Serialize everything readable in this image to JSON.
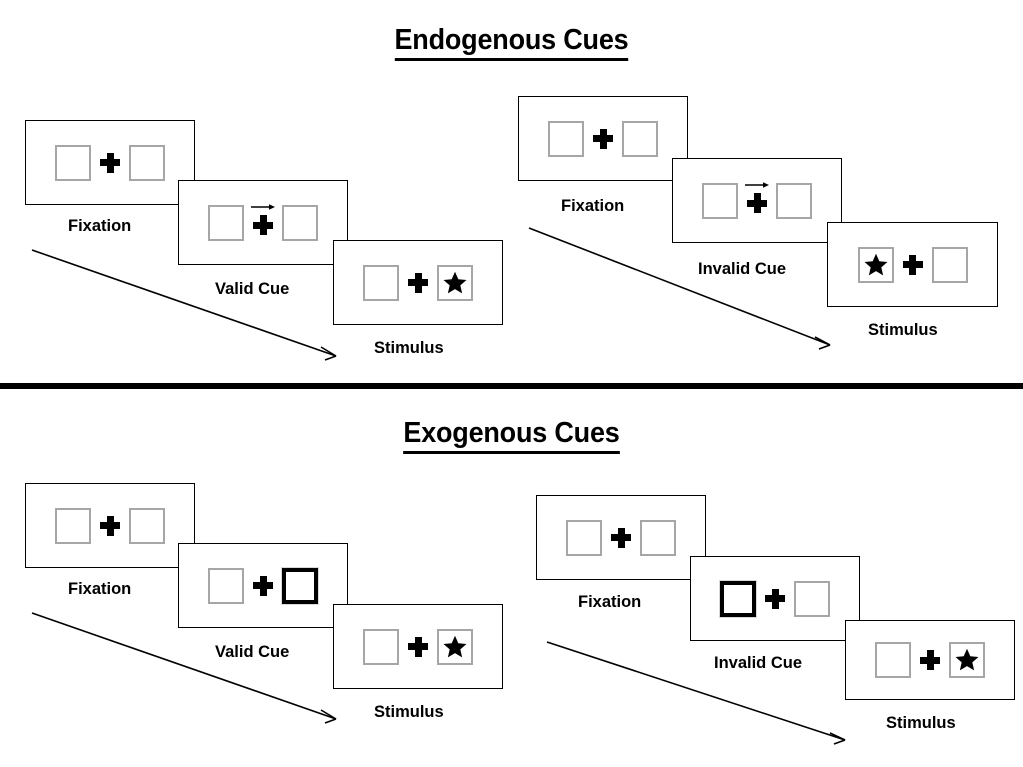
{
  "sections": [
    {
      "id": "endogenous",
      "title": "Endogenous Cues",
      "groups": [
        {
          "id": "endogenous-valid",
          "panels": [
            {
              "id": "fixation",
              "caption": "Fixation",
              "cue": "none",
              "left_content": "empty",
              "right_content": "empty"
            },
            {
              "id": "cue",
              "caption": "Valid Cue",
              "cue": "arrow-right",
              "left_content": "empty",
              "right_content": "empty"
            },
            {
              "id": "stimulus",
              "caption": "Stimulus",
              "cue": "none",
              "left_content": "empty",
              "right_content": "star"
            }
          ]
        },
        {
          "id": "endogenous-invalid",
          "panels": [
            {
              "id": "fixation",
              "caption": "Fixation",
              "cue": "none",
              "left_content": "empty",
              "right_content": "empty"
            },
            {
              "id": "cue",
              "caption": "Invalid Cue",
              "cue": "arrow-right",
              "left_content": "empty",
              "right_content": "empty"
            },
            {
              "id": "stimulus",
              "caption": "Stimulus",
              "cue": "none",
              "left_content": "star",
              "right_content": "empty"
            }
          ]
        }
      ]
    },
    {
      "id": "exogenous",
      "title": "Exogenous Cues",
      "groups": [
        {
          "id": "exogenous-valid",
          "panels": [
            {
              "id": "fixation",
              "caption": "Fixation",
              "cue": "none",
              "left_content": "empty",
              "right_content": "empty"
            },
            {
              "id": "cue",
              "caption": "Valid Cue",
              "cue": "box-right",
              "left_content": "empty",
              "right_content": "empty"
            },
            {
              "id": "stimulus",
              "caption": "Stimulus",
              "cue": "none",
              "left_content": "empty",
              "right_content": "star"
            }
          ]
        },
        {
          "id": "exogenous-invalid",
          "panels": [
            {
              "id": "fixation",
              "caption": "Fixation",
              "cue": "none",
              "left_content": "empty",
              "right_content": "empty"
            },
            {
              "id": "cue",
              "caption": "Invalid Cue",
              "cue": "box-left",
              "left_content": "empty",
              "right_content": "empty"
            },
            {
              "id": "stimulus",
              "caption": "Stimulus",
              "cue": "none",
              "left_content": "empty",
              "right_content": "star"
            }
          ]
        }
      ]
    }
  ],
  "colors": {
    "stroke": "#000000",
    "box_border": "#a6a6a6",
    "background": "#ffffff"
  },
  "icons": {
    "star": "star-icon",
    "plus": "fixation-cross-icon",
    "cue_arrow": "arrow-right-icon",
    "flow_arrow": "time-flow-arrow-icon"
  }
}
